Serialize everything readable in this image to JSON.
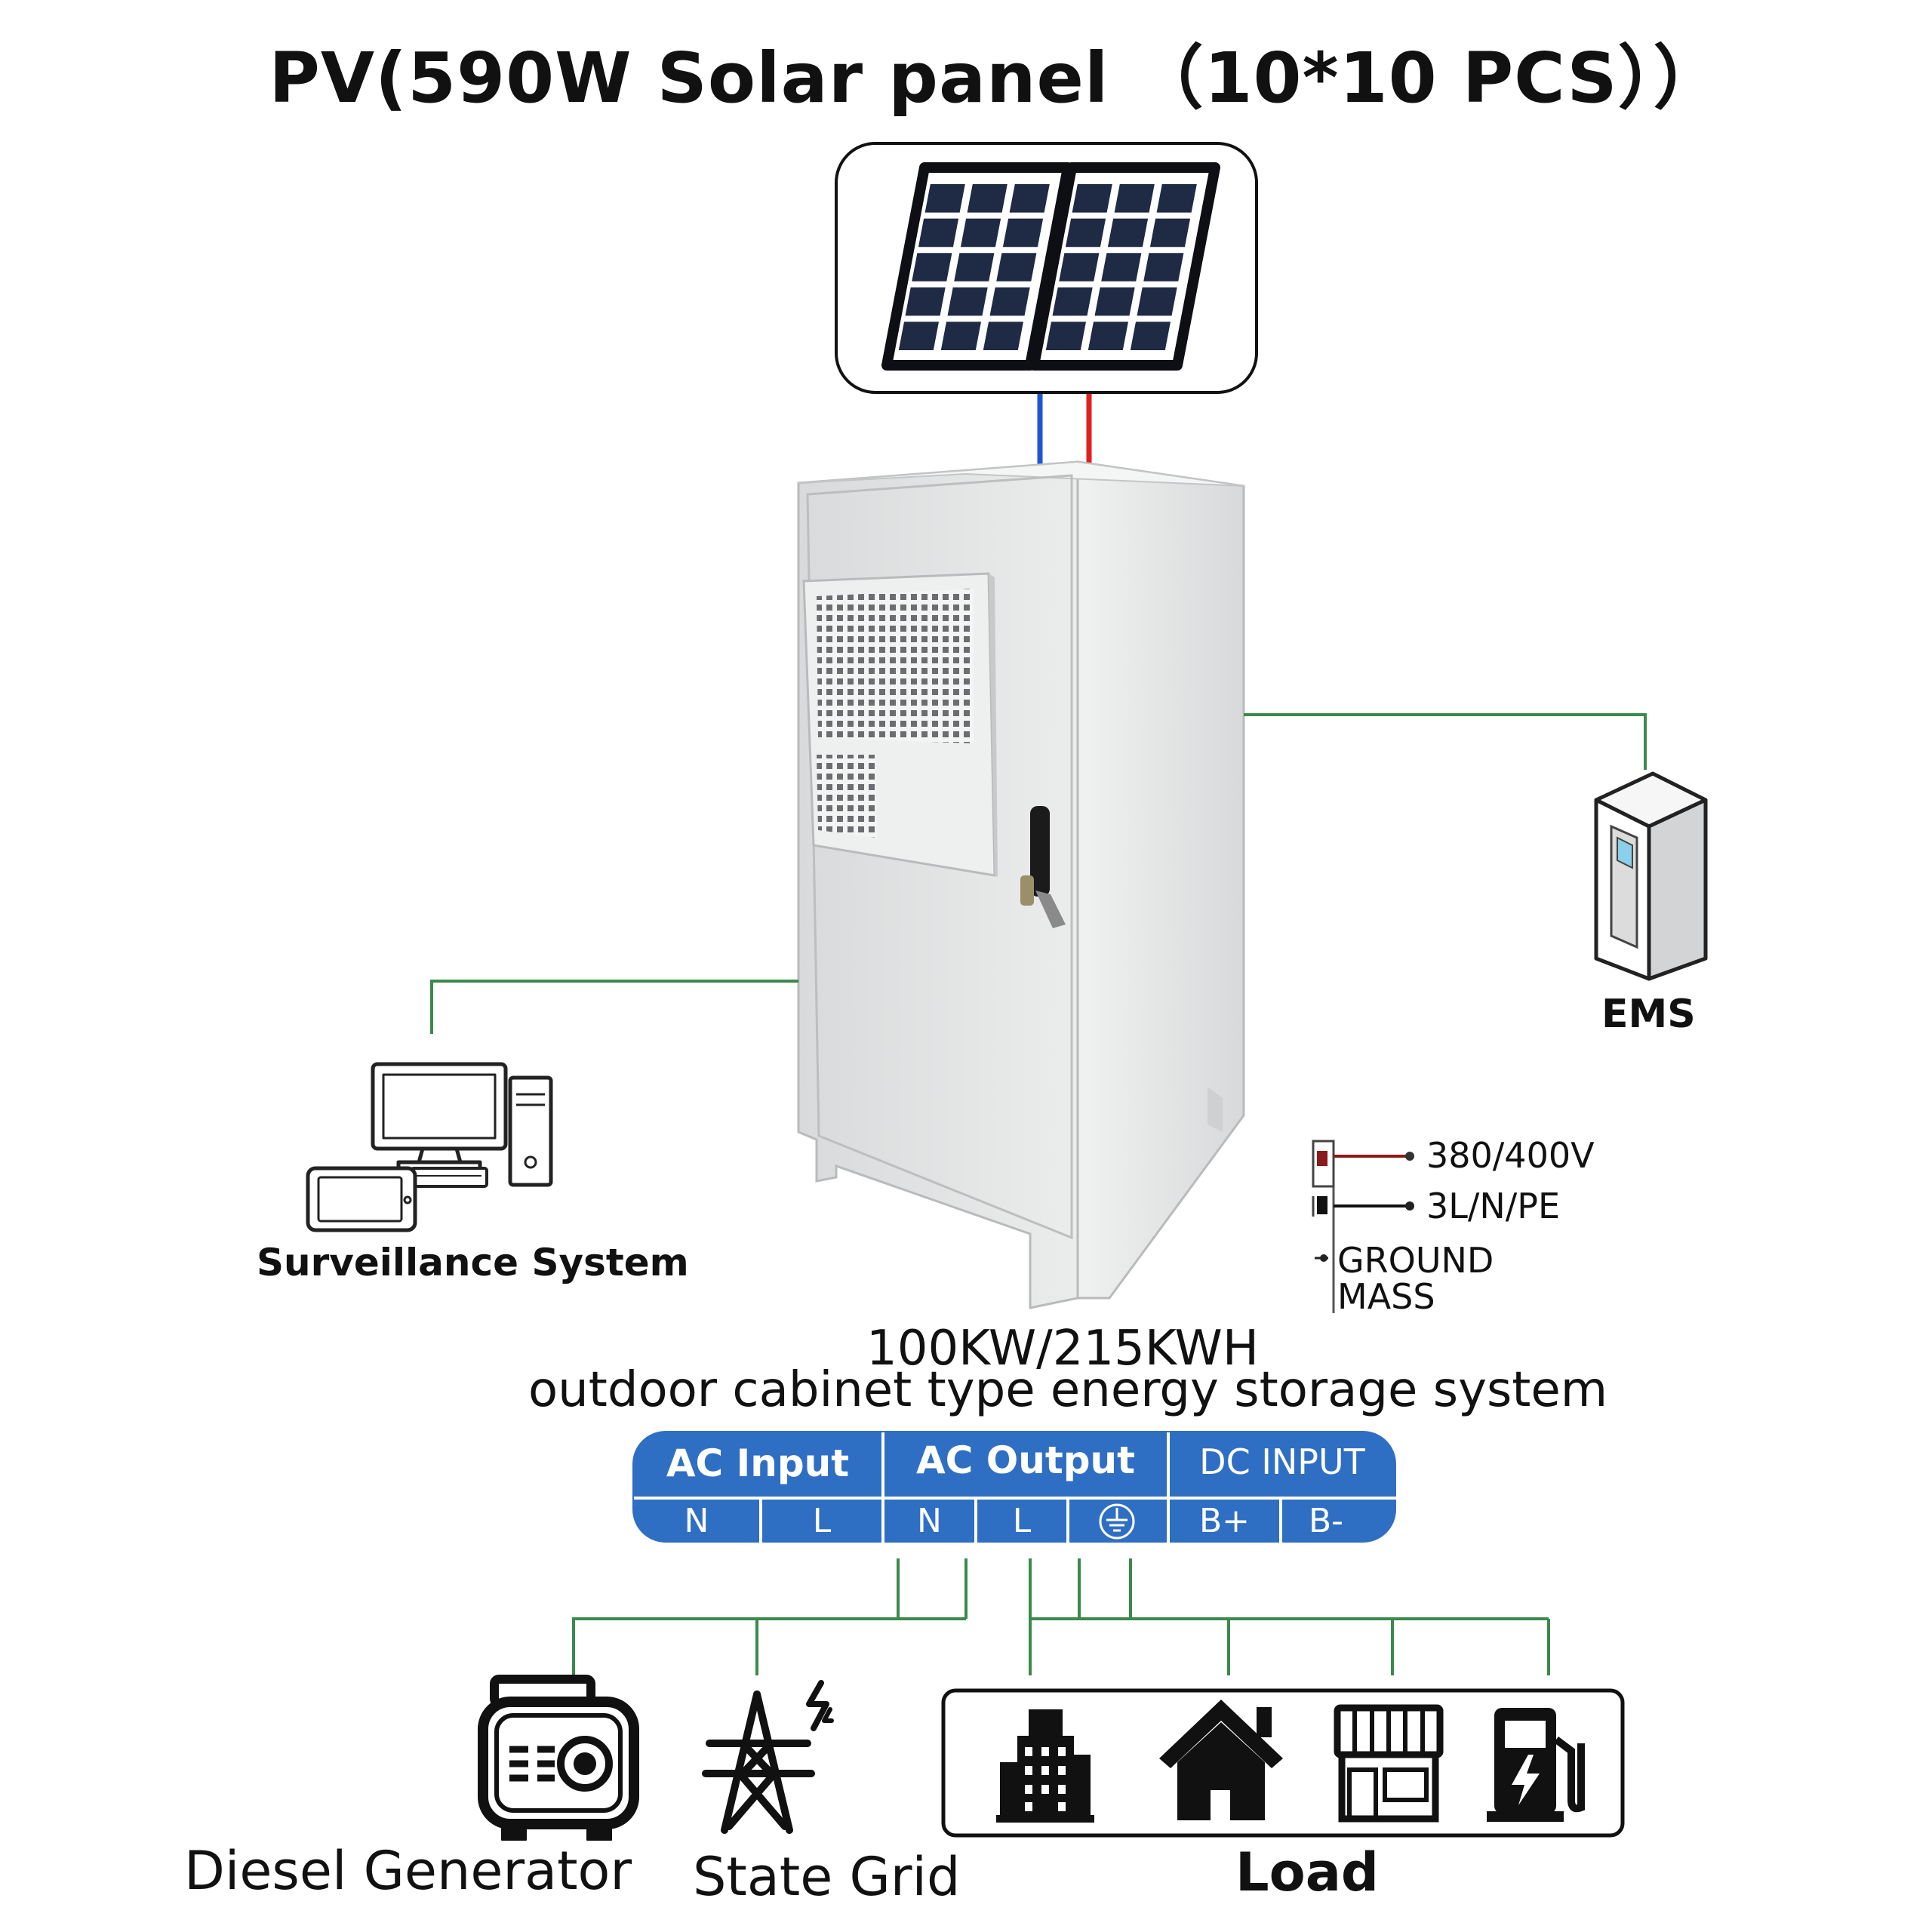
{
  "title": "PV(590W Solar panel （10*10 PCS））",
  "system": {
    "line1": "100KW/215KWH",
    "line2": "outdoor cabinet type energy storage system"
  },
  "ems": {
    "label": "EMS"
  },
  "surveillance": {
    "label": "Surveillance System"
  },
  "legend": {
    "voltage": "380/400V",
    "phases": "3L/N/PE",
    "ground": "GROUND",
    "mass": "MASS"
  },
  "terminals": {
    "groups": [
      "AC Input",
      "AC Output",
      "DC INPUT"
    ],
    "ac_input": [
      "N",
      "L"
    ],
    "ac_output": [
      "N",
      "L"
    ],
    "dc_input": [
      "B+",
      "B-"
    ],
    "ground_symbol": "earth-ground-icon"
  },
  "sources": {
    "diesel": "Diesel Generator",
    "grid": "State Grid"
  },
  "load": {
    "label": "Load",
    "icons": [
      "building-icon",
      "house-icon",
      "shop-icon",
      "ev-charger-icon"
    ]
  },
  "colors": {
    "wire_green": "#3a8a4c",
    "dc_positive": "#e02020",
    "dc_negative": "#1f55d6",
    "terminal_blue": "#2f6fc3",
    "cabinet": "#e3e4e5"
  }
}
